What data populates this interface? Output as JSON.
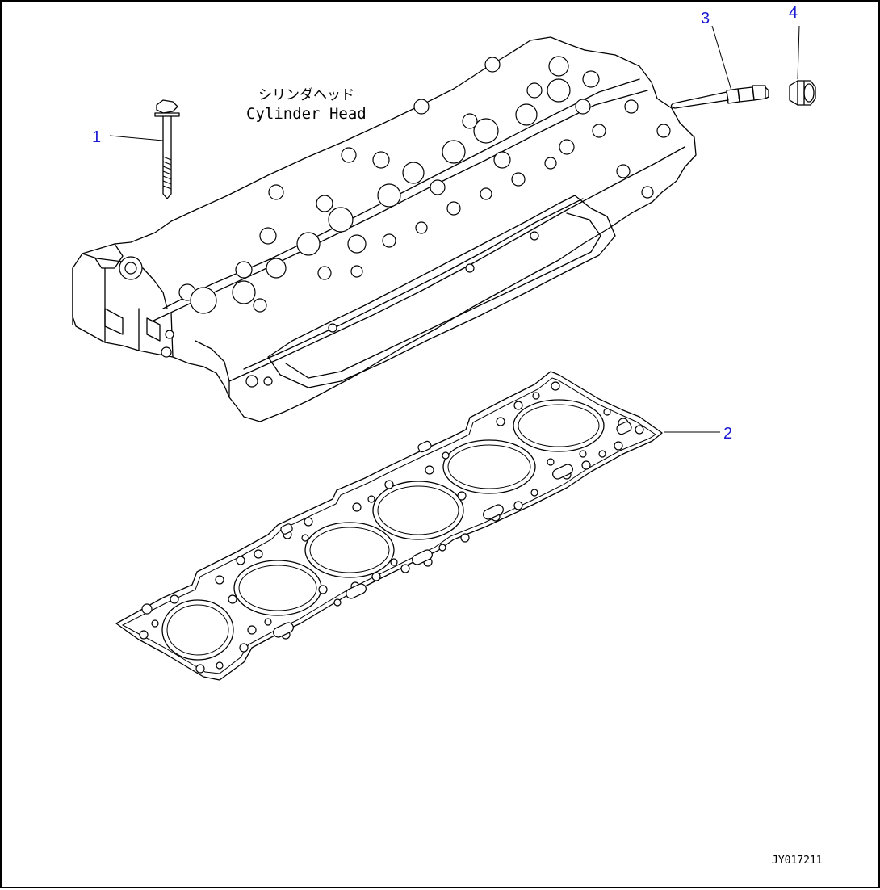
{
  "diagram": {
    "part_label_jp": "シリンダヘッド",
    "part_label_en": "Cylinder Head",
    "drawing_id": "JY017211",
    "callouts": [
      {
        "number": "1",
        "part": "bolt"
      },
      {
        "number": "2",
        "part": "gasket"
      },
      {
        "number": "3",
        "part": "tube"
      },
      {
        "number": "4",
        "part": "plug"
      }
    ],
    "colors": {
      "callout": "#1a1ad2",
      "line": "#000000",
      "background": "#ffffff"
    }
  }
}
